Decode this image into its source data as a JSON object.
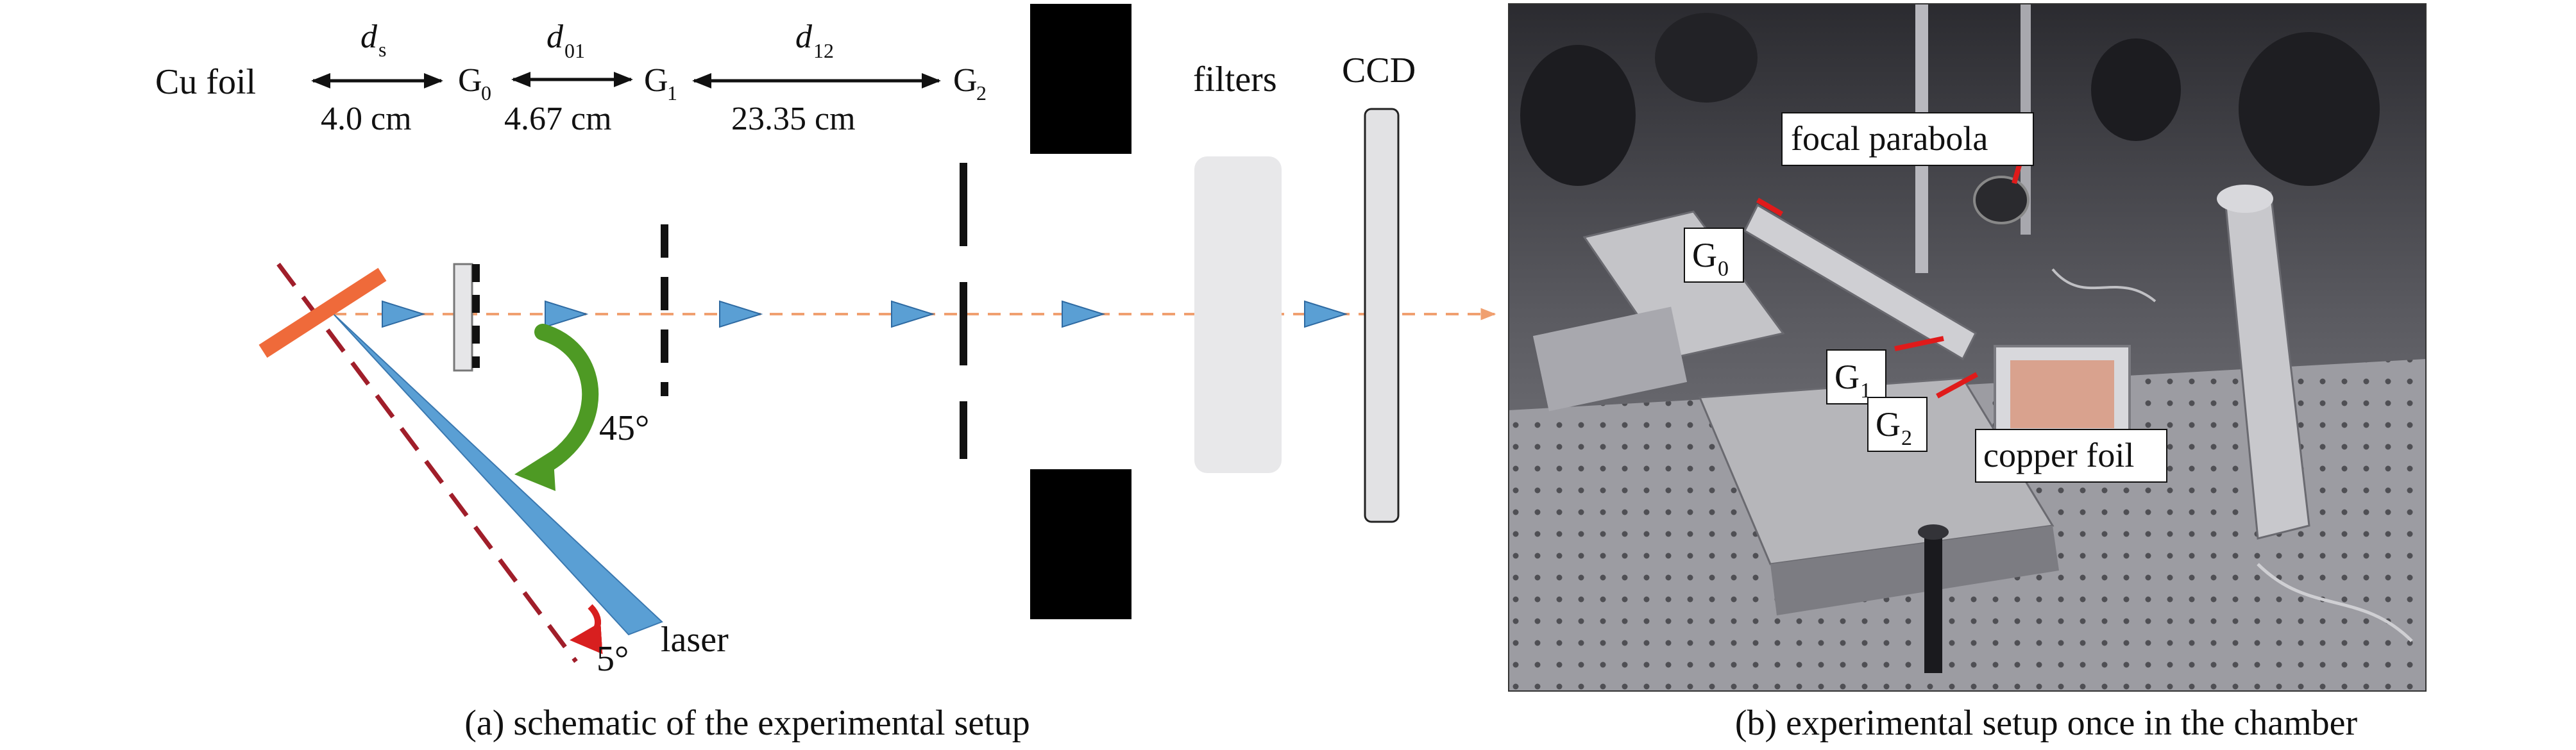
{
  "panel_a": {
    "distances": [
      {
        "symbol": "d",
        "subscript": "s",
        "value": "4.0 cm"
      },
      {
        "symbol": "d",
        "subscript": "01",
        "value": "4.67 cm"
      },
      {
        "symbol": "d",
        "subscript": "12",
        "value": "23.35 cm"
      }
    ],
    "components": {
      "cu_foil": "Cu foil",
      "g0": {
        "base": "G",
        "sub": "0"
      },
      "g1": {
        "base": "G",
        "sub": "1"
      },
      "g2": {
        "base": "G",
        "sub": "2"
      },
      "filters": "filters",
      "ccd": "CCD",
      "laser": "laser"
    },
    "angles": {
      "rotation": "45°",
      "incidence": "5°"
    },
    "caption": "(a) schematic of the experimental setup",
    "colors": {
      "foil": "#ef6a3a",
      "laser": "#5a9fd4",
      "beam_dashed": "#f0a070",
      "normal_dashed": "#a01e2a",
      "rotation_arrow": "#4e9a24",
      "incidence_arrow": "#d81f1f",
      "filter_box": "#e8e8ea",
      "blocks": "#000000"
    }
  },
  "panel_b": {
    "labels": {
      "focal_parabola": "focal parabola",
      "g0": {
        "base": "G",
        "sub": "0"
      },
      "g1": {
        "base": "G",
        "sub": "1"
      },
      "g2": {
        "base": "G",
        "sub": "2"
      },
      "copper_foil": "copper foil"
    },
    "caption": "(b) experimental setup once in the chamber",
    "colors": {
      "marker": "#e01a1a"
    }
  }
}
